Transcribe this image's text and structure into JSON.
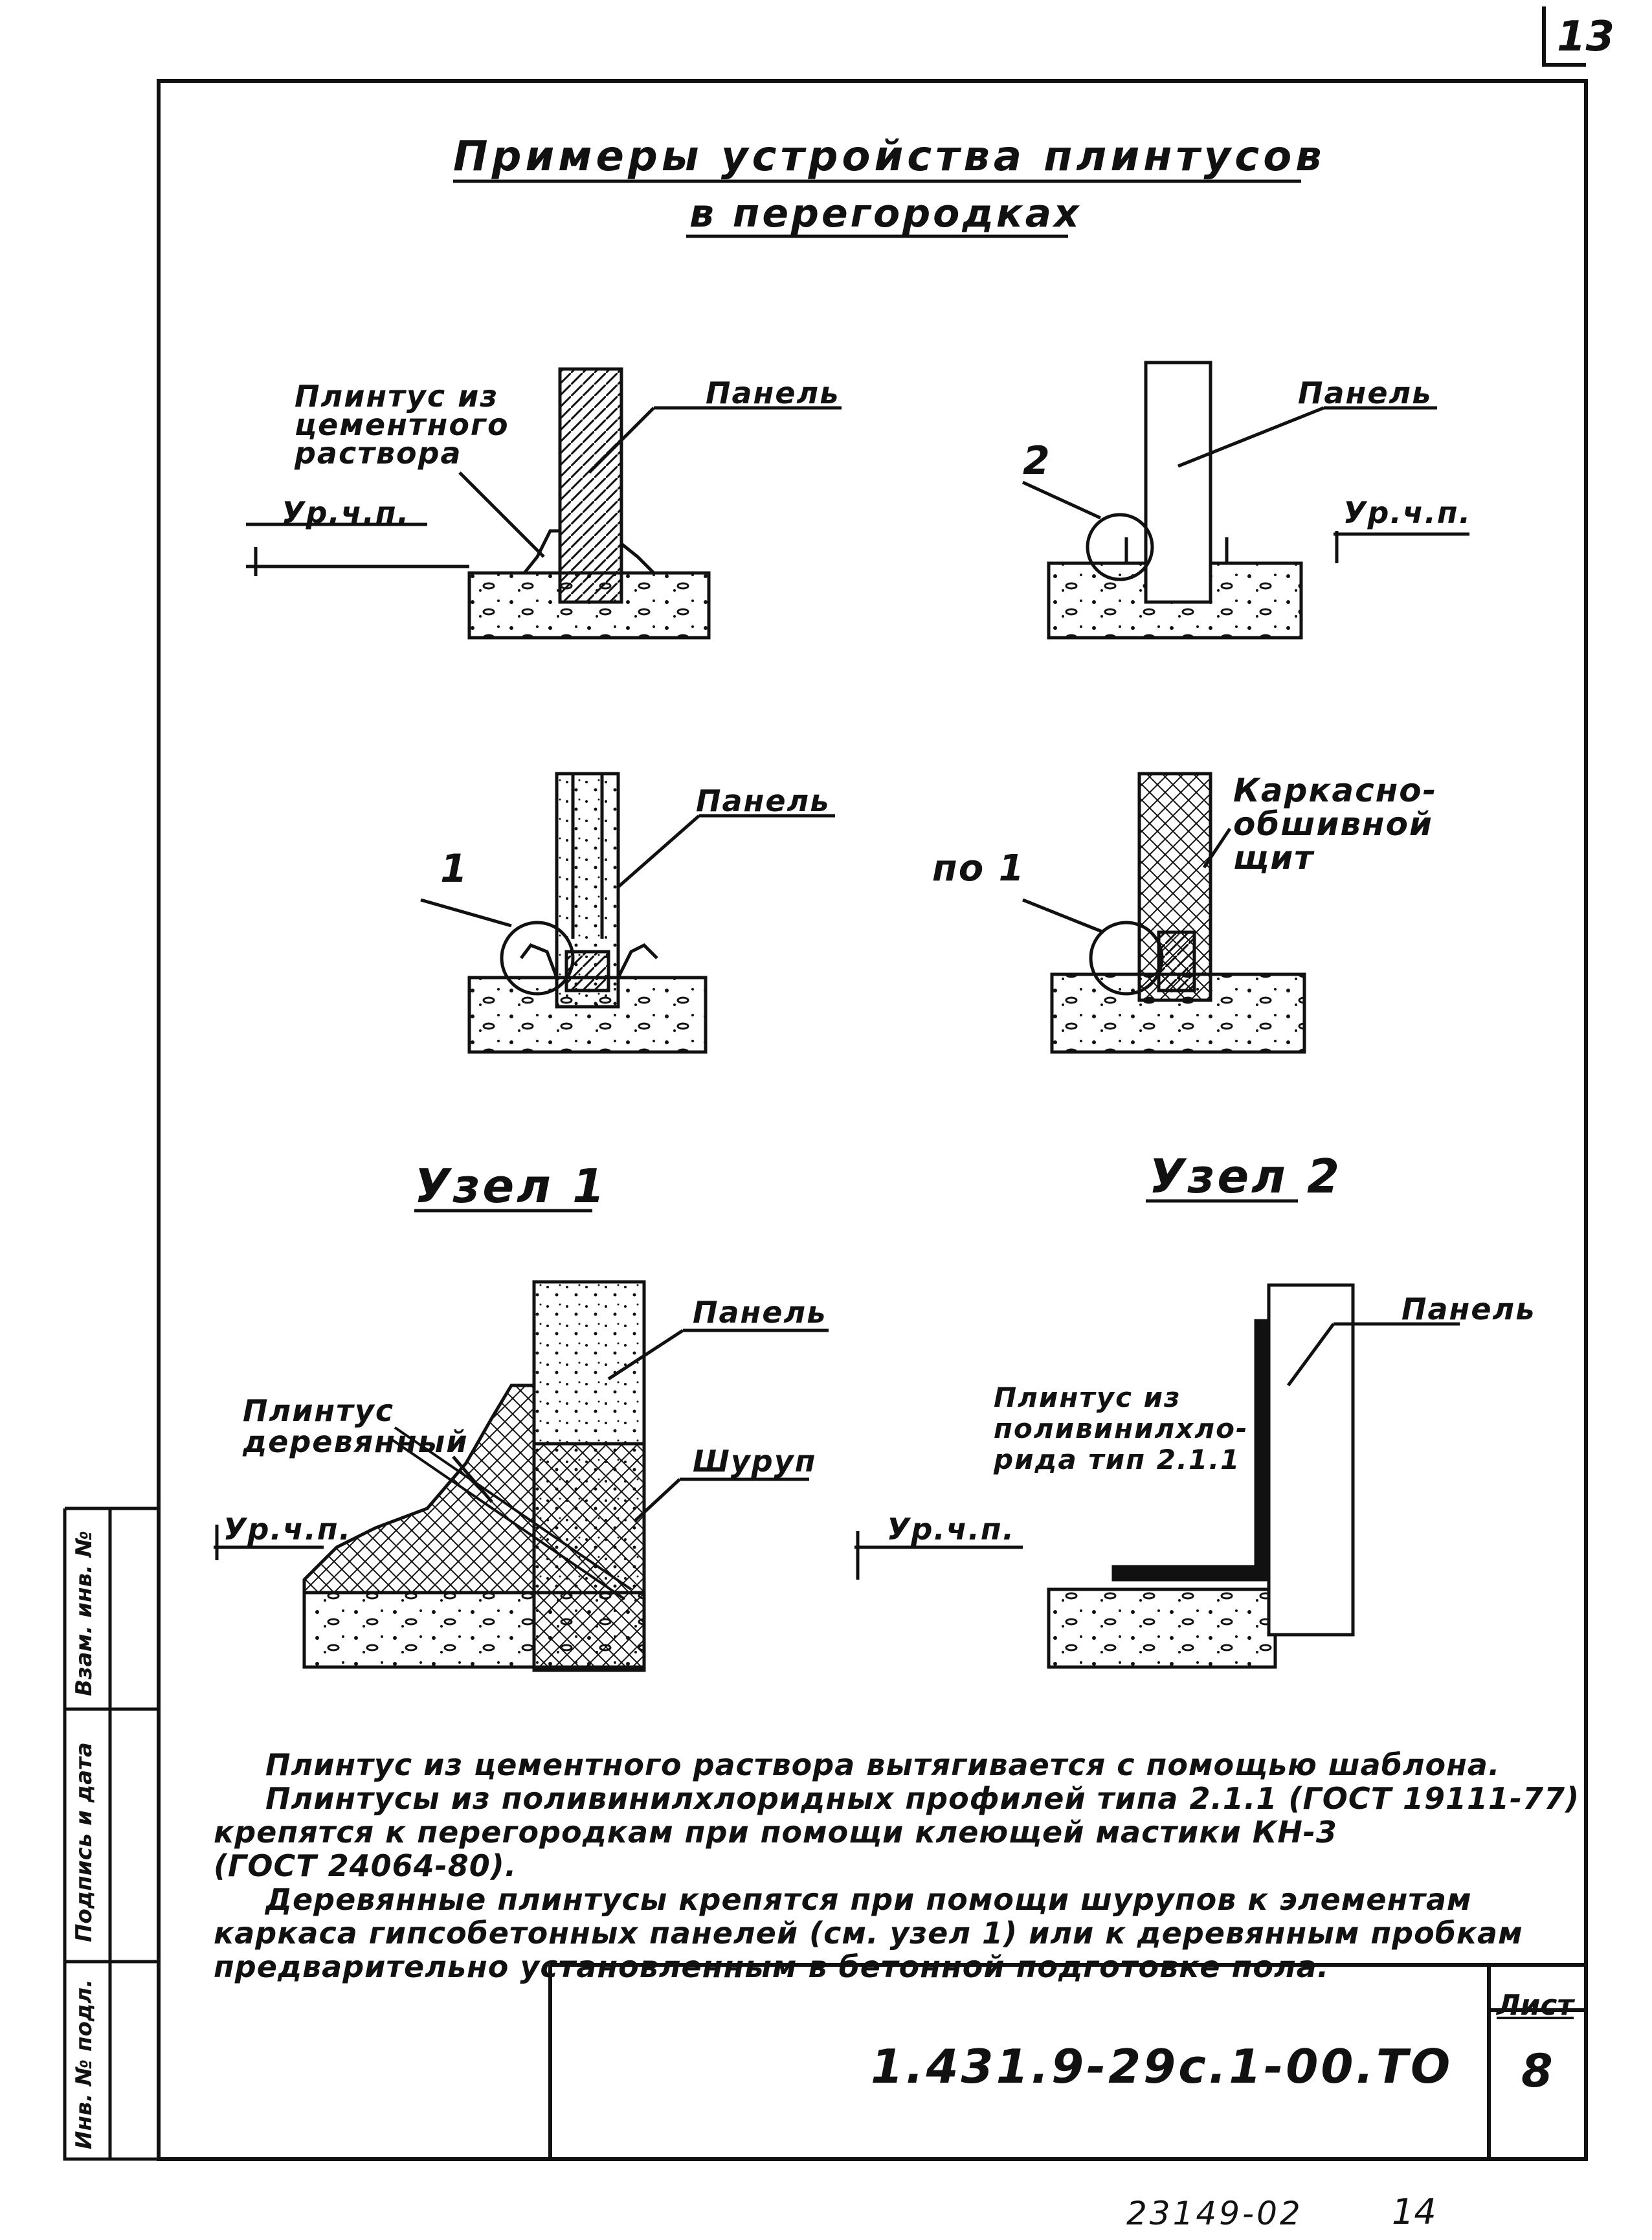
{
  "page_number": "13",
  "title": {
    "line1": "Примеры устройства плинтусов",
    "line2": "в перегородках"
  },
  "figures": {
    "fig1": {
      "label_plinth": [
        "Плинтус из",
        "цементного",
        "раствора"
      ],
      "label_panel": "Панель",
      "label_floor": "Ур.ч.п."
    },
    "fig2": {
      "label_node": "2",
      "label_panel": "Панель",
      "label_floor": "Ур.ч.п."
    },
    "fig3": {
      "label_node": "1",
      "label_panel": "Панель"
    },
    "fig4": {
      "label_node": "по 1",
      "label_panel": [
        "Каркасно-",
        "обшивной",
        "щит"
      ]
    }
  },
  "nodes": {
    "node1": {
      "title": "Узел 1",
      "label_panel": "Панель",
      "label_plinth": [
        "Плинтус",
        "деревянный"
      ],
      "label_screw": "Шуруп",
      "label_floor": "Ур.ч.п."
    },
    "node2": {
      "title": "Узел 2",
      "label_panel": "Панель",
      "label_plinth": [
        "Плинтус из",
        "поливинилхло-",
        "рида тип 2.1.1"
      ],
      "label_floor": "Ур.ч.п."
    }
  },
  "notes": [
    "Плинтус из цементного раствора вытягивается с помощью шаблона.",
    "Плинтусы из поливинилхлоридных профилей типа 2.1.1 (ГОСТ 19111-77)",
    "крепятся к перегородкам при помощи клеющей мастики КН-3",
    "(ГОСТ 24064-80).",
    "Деревянные плинтусы крепятся при помощи шурупов к элементам",
    "каркаса гипсобетонных панелей (см. узел 1) или к деревянным пробкам",
    "предварительно установленным в бетонной подготовке пола."
  ],
  "side_stamp": {
    "inv_orig": "Инв. № подл.",
    "sign_date": "Подпись и дата",
    "inv_repl": "Взам. инв. №"
  },
  "title_block": {
    "code": "1.431.9-29с.1-00.ТО",
    "sheet_label": "Лист",
    "sheet_number": "8"
  },
  "bottom": {
    "archive_code": "23149-02",
    "page": "14"
  },
  "colors": {
    "ink": "#111111",
    "paper": "#ffffff"
  }
}
